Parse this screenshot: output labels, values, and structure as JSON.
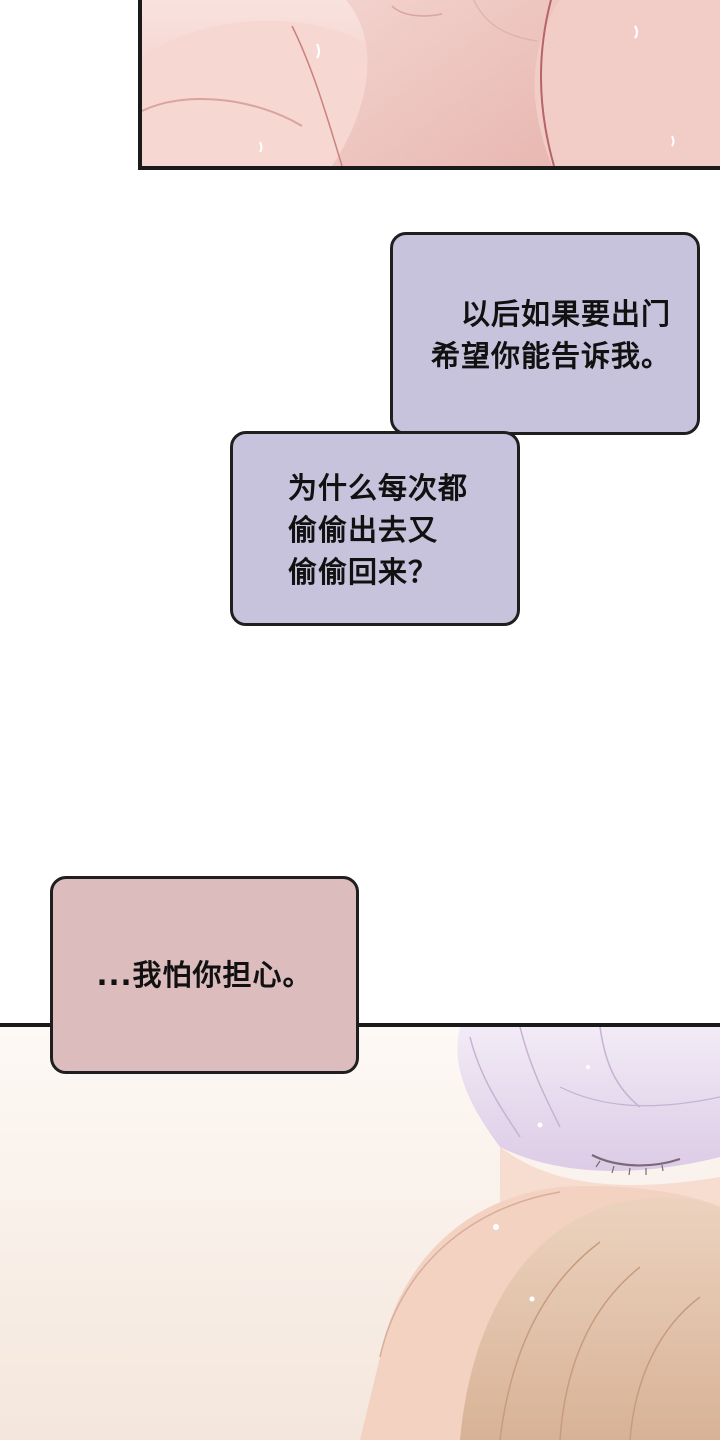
{
  "panels": {
    "top": {
      "illustration": "skin-closeup-scene",
      "palette": {
        "skin_light": "#f6dcd8",
        "skin_mid": "#efc9c3",
        "skin_shadow": "#dfa9a4",
        "line": "#b5646a"
      }
    },
    "bottom": {
      "illustration": "embracing-characters-scene",
      "palette": {
        "background": "#fbf6f1",
        "hair_lavender": "#e6d9ef",
        "hair_brown": "#e2c1a6",
        "skin": "#f3d2c2",
        "line": "#a98a97"
      }
    }
  },
  "bubbles": [
    {
      "lines": [
        "以后如果要出门",
        "希望你能告诉我。"
      ],
      "color": "#c8c3dc"
    },
    {
      "lines": [
        "为什么每次都",
        "偷偷出去又",
        "偷偷回来？"
      ],
      "color": "#c8c3dc"
    },
    {
      "lines": [
        "...我怕你担心。"
      ],
      "color": "#dcbcbc"
    }
  ]
}
